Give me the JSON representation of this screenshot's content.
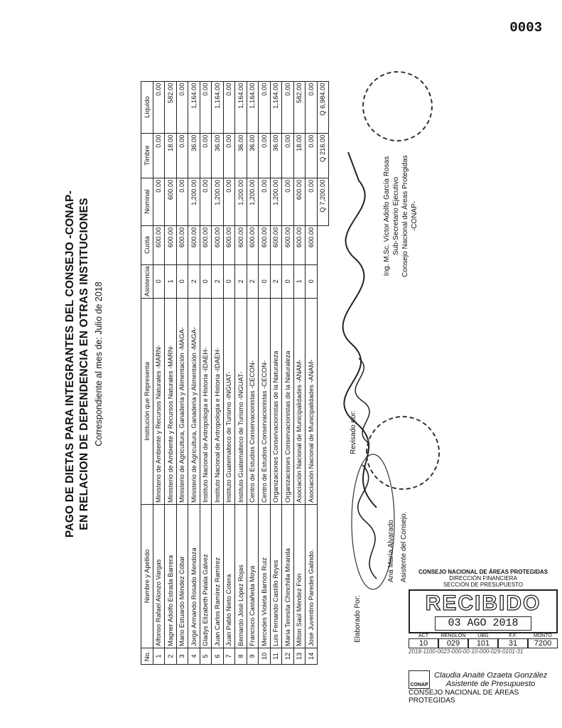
{
  "page_number": "0003",
  "header": {
    "title_line1": "PAGO DE DIETAS PARA INTEGRANTES DEL CONSEJO -CONAP-",
    "title_line2": "EN RELACION DE DEPENDENCIA EN OTRAS INSTITUCIONES",
    "period_label": "Correspondiente al mes de:",
    "period_value": "Julio de 2018"
  },
  "table": {
    "columns": [
      "No.",
      "Nombre y Apellido",
      "Institución que Representa",
      "Asistencia",
      "Cuota",
      "Nominal",
      "Timbre",
      "Líquido"
    ],
    "rows": [
      [
        "1",
        "Alfonso Rafael Alonzo Vargas",
        "Ministerio de Ambiente y Recursos Naturales -MARN-",
        "0",
        "600.00",
        "0.00",
        "0.00",
        "0.00"
      ],
      [
        "2",
        "Magner Adolfo Estrada Barrera",
        "Ministerio de Ambiente y Recursos Naturales -MARN-",
        "1",
        "600.00",
        "600.00",
        "18.00",
        "582.00"
      ],
      [
        "3",
        "Mario Estuardo Méndez Cóbar",
        "Ministerio de Agricultura, Ganadería y Alimentación -MAGA-",
        "0",
        "600.00",
        "0.00",
        "0.00",
        "0.00"
      ],
      [
        "4",
        "Jorge Armando Rosado Mendoza",
        "Ministerio de Agricultura, Ganadería y Alimentación -MAGA-",
        "2",
        "600.00",
        "1,200.00",
        "36.00",
        "1,164.00"
      ],
      [
        "5",
        "Gladys Elizabeth Palala Gálvez",
        "Instituto Nacional de Antropología e Historia -IDAEH-",
        "0",
        "600.00",
        "0.00",
        "0.00",
        "0.00"
      ],
      [
        "6",
        "Juan Carlos Ramírez Ramírez",
        "Instituto Nacional de Antropología e Historia -IDAEH-",
        "2",
        "600.00",
        "1,200.00",
        "36.00",
        "1,164.00"
      ],
      [
        "7",
        "Juan Pablo Nieto Cotera",
        "Instituto Guatemalteco de Turismo -INGUAT-",
        "0",
        "600.00",
        "0.00",
        "0.00",
        "0.00"
      ],
      [
        "8",
        "Bernardo José López Rojas",
        "Instituto Guatemalteco de Turismo -INGUAT-",
        "2",
        "600.00",
        "1,200.00",
        "36.00",
        "1,164.00"
      ],
      [
        "9",
        "Francisco Castañeda Moya",
        "Centro de Estudios Conservacionistas -CECON-",
        "2",
        "600.00",
        "1,200.00",
        "36.00",
        "1,164.00"
      ],
      [
        "10",
        "Mercedes Violeta Barrios Ruiz",
        "Centro de Estudios Conservacionistas -CECON-",
        "0",
        "600.00",
        "0.00",
        "0.00",
        "0.00"
      ],
      [
        "11",
        "Luis Fernando Castillo Reyes",
        "Organizaciones Conservacionistas de la Naturaleza",
        "2",
        "600.00",
        "1,200.00",
        "36.00",
        "1,164.00"
      ],
      [
        "12",
        "María Teresita Chinchilla Miranda",
        "Organizaciones Conservacionistas de la Naturaleza",
        "0",
        "600.00",
        "0.00",
        "0.00",
        "0.00"
      ],
      [
        "13",
        "Milton Saúl Méndez Fión",
        "Asociación Nacional de Municipalidades -ANAM-",
        "1",
        "600.00",
        "600.00",
        "18.00",
        "582.00"
      ],
      [
        "14",
        "José Juventino Paredes Galindo.",
        "Asociación Nacional de Municipalidades -ANAM-",
        "0",
        "600.00",
        "0.00",
        "0.00",
        "0.00"
      ]
    ],
    "totals": {
      "nominal": "Q 7,200.00",
      "timbre": "Q 216.00",
      "liquido": "Q 6,984.00"
    }
  },
  "signatures": {
    "reviewed_label": "Revisado por:",
    "reviewer_name": "Ing. M.Sc. Víctor Adolfo García Rosas",
    "reviewer_title": "Sub-Secretario Ejecutivo",
    "reviewer_org": "Consejo Nacional de Áreas Protegidas",
    "reviewer_org_abbr": "-CONAP-",
    "prepared_label": "Elaborado Por:",
    "preparer_name": "Ana María Alvarado",
    "preparer_title": "Asistente del Consejo."
  },
  "received_stamp": {
    "org": "CONSEJO NACIONAL DE ÁREAS PROTEGIDAS",
    "dept": "DIRECCIÓN FINANCIERA",
    "section": "SECCIÓN DE PRESUPUESTO",
    "word": "RECIBIDO",
    "date": "03 AGO 2018",
    "fields": [
      "ACT",
      "RENGLON",
      "UBG",
      "F.F.",
      "MONTO"
    ],
    "values": [
      "10",
      "029",
      "101",
      "31",
      "7200"
    ],
    "budget_line": "2018-1100-0023-000-00-10-000-029-0101-31",
    "signer_name": "Claudia Anaité Ozaeta González",
    "signer_title": "Asistente de Presupuesto",
    "signer_org": "CONSEJO NACIONAL DE ÁREAS PROTEGIDAS",
    "logo": "CONAP"
  }
}
